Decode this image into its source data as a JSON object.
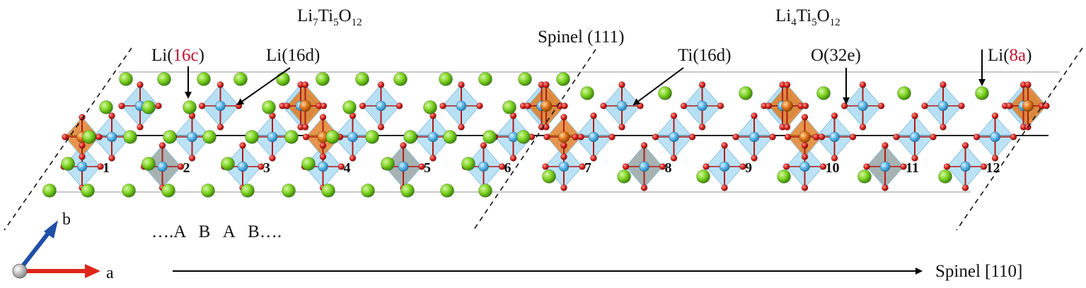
{
  "phase_labels": {
    "left": {
      "base": "Li",
      "s1": "7",
      "t1": "Ti",
      "s2": "5",
      "t2": "O",
      "s3": "12"
    },
    "right": {
      "base": "Li",
      "s1": "4",
      "t1": "Ti",
      "s2": "5",
      "t2": "O",
      "s3": "12"
    }
  },
  "interface_label": "Spinel (111)",
  "site_labels": {
    "li16c": {
      "prefix": "Li(",
      "site": "16c",
      "suffix": ")"
    },
    "li16d": "Li(16d)",
    "ti16d": "Ti(16d)",
    "o32e": "O(32e)",
    "li8a": {
      "prefix": "Li(",
      "site": "8a",
      "suffix": ")"
    }
  },
  "layer_numbers": [
    "1",
    "2",
    "3",
    "4",
    "5",
    "6",
    "7",
    "8",
    "9",
    "10",
    "11",
    "12"
  ],
  "stacking_sequence": "….A   B   A   B….",
  "direction_label": "Spinel [110]",
  "axes": {
    "a": "a",
    "b": "b"
  },
  "colors": {
    "li_sphere": "#7ed321",
    "ti_sphere": "#4fb3e8",
    "ti_octahedron": "#9fd6f2",
    "li16d_octahedron": "#e07a1f",
    "oxygen": "#d8201c",
    "site_highlight": "#c8102e",
    "shaded_octahedron": "#8a9a9a",
    "axis_a": "#e0251b",
    "axis_b": "#1f4fa8"
  }
}
